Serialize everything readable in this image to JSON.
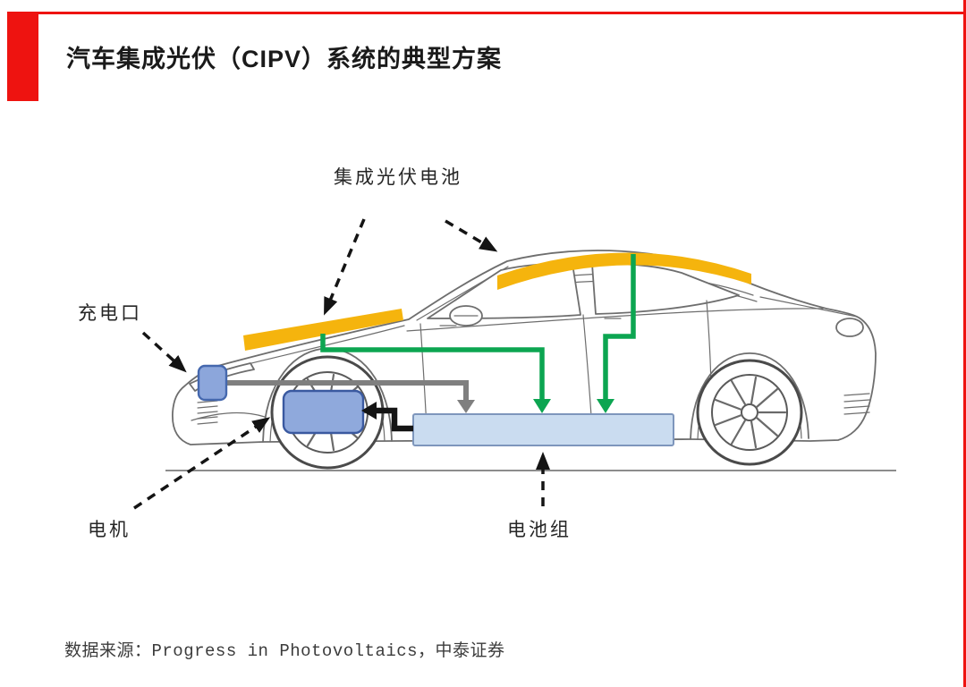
{
  "header": {
    "title": "汽车集成光伏（CIPV）系统的典型方案"
  },
  "diagram": {
    "labels": {
      "pv_cells": "集成光伏电池",
      "charge_port": "充电口",
      "motor": "电机",
      "battery_pack": "电池组"
    },
    "colors": {
      "accent_red": "#EE1310",
      "pv_yellow": "#F5B40D",
      "flow_green": "#0CA551",
      "flow_gray": "#7F7F7F",
      "flow_black": "#141414",
      "box_fill": "#8FA9DC",
      "box_stroke": "#3A59A0",
      "battery_fill": "#CADCF0",
      "battery_stroke": "#7E96BC",
      "outline_gray": "#6E6E6E"
    }
  },
  "footer": {
    "source": "数据来源：Progress in Photovoltaics，中泰证券"
  }
}
